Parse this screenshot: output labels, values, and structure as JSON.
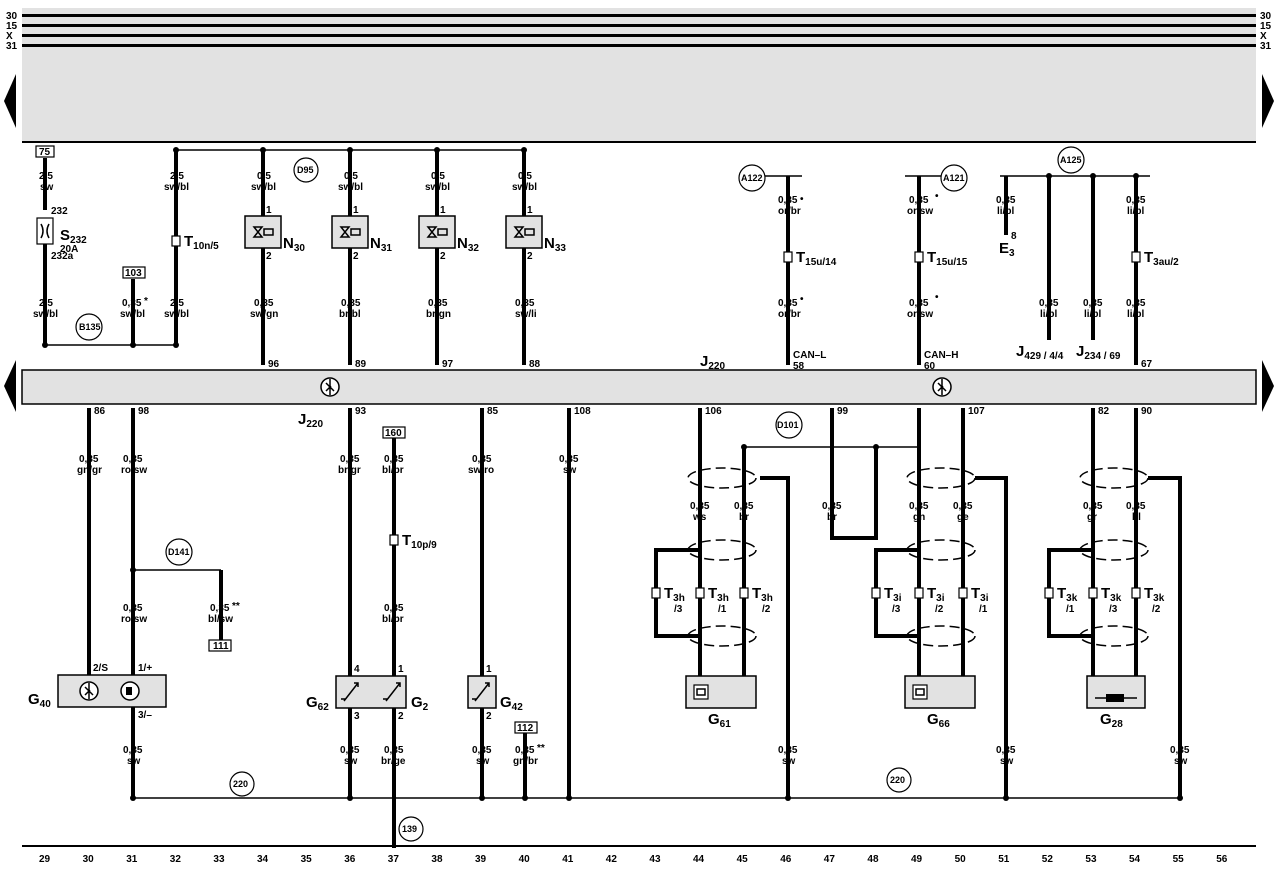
{
  "rails": {
    "labels": [
      "30",
      "15",
      "X",
      "31"
    ]
  },
  "bus_label": "J220",
  "columns": [
    "29",
    "30",
    "31",
    "32",
    "33",
    "34",
    "35",
    "36",
    "37",
    "38",
    "39",
    "40",
    "41",
    "42",
    "43",
    "44",
    "45",
    "46",
    "47",
    "48",
    "49",
    "50",
    "51",
    "52",
    "53",
    "54",
    "55",
    "56"
  ],
  "components": {
    "S232": {
      "name": "S",
      "sub": "232",
      "rating": "20A",
      "pin_top": "232",
      "pin_bottom": "232a"
    },
    "T10n": {
      "name": "T",
      "sub": "10n/5"
    },
    "N30": {
      "name": "N",
      "sub": "30"
    },
    "N31": {
      "name": "N",
      "sub": "31"
    },
    "N32": {
      "name": "N",
      "sub": "32"
    },
    "N33": {
      "name": "N",
      "sub": "33"
    },
    "T15u14": {
      "name": "T",
      "sub": "15u/14"
    },
    "T15u15": {
      "name": "T",
      "sub": "15u/15"
    },
    "T3au": {
      "name": "T",
      "sub": "3au/2"
    },
    "E3": {
      "name": "E",
      "sub": "3",
      "pin": "8"
    },
    "J429": {
      "name": "J",
      "sub": "429 / 4/4"
    },
    "J234": {
      "name": "J",
      "sub": "234 / 69"
    },
    "J220_top": {
      "name": "J",
      "sub": "220"
    },
    "J220_bottom": {
      "name": "J",
      "sub": "220"
    },
    "G40": {
      "name": "G",
      "sub": "40",
      "pin_a": "2/S",
      "pin_b": "1/+",
      "pin_c": "3/–"
    },
    "G62": {
      "name": "G",
      "sub": "62"
    },
    "G2": {
      "name": "G",
      "sub": "2"
    },
    "G42": {
      "name": "G",
      "sub": "42"
    },
    "T10p": {
      "name": "T",
      "sub": "10p/9"
    },
    "G61": {
      "name": "G",
      "sub": "61"
    },
    "G66": {
      "name": "G",
      "sub": "66"
    },
    "G28": {
      "name": "G",
      "sub": "28"
    },
    "T3h": {
      "name": "T",
      "sub": "3h",
      "pins": [
        "/3",
        "/1",
        "/2"
      ]
    },
    "T3i": {
      "name": "T",
      "sub": "3i",
      "pins": [
        "/3",
        "/2",
        "/1"
      ]
    },
    "T3k": {
      "name": "T",
      "sub": "3k",
      "pins": [
        "/1",
        "/3",
        "/2"
      ]
    }
  },
  "circles": [
    "D95",
    "B135",
    "A122",
    "A121",
    "A125",
    "D101",
    "D141",
    "220",
    "220",
    "139"
  ],
  "boxes": [
    "75",
    "103",
    "160",
    "111",
    "112"
  ],
  "wires_top": [
    {
      "size": "2,5",
      "color": "sw"
    },
    {
      "size": "2,5",
      "color": "sw/bl"
    },
    {
      "size": "0,35",
      "color": "sw/bl"
    },
    {
      "size": "2,5",
      "color": "sw/bl"
    },
    {
      "size": "2,5",
      "color": "sw/bl"
    },
    {
      "size": "0,5",
      "color": "sw/bl"
    },
    {
      "size": "0,35",
      "color": "sw/gn"
    },
    {
      "size": "0,5",
      "color": "sw/bl"
    },
    {
      "size": "0,35",
      "color": "br/bl"
    },
    {
      "size": "0,5",
      "color": "sw/bl"
    },
    {
      "size": "0,35",
      "color": "br/gn"
    },
    {
      "size": "0,5",
      "color": "sw/bl"
    },
    {
      "size": "0,35",
      "color": "sw/li"
    },
    {
      "size": "0,35",
      "color": "or/br"
    },
    {
      "size": "0,35",
      "color": "or/br"
    },
    {
      "size": "0,35",
      "color": "or/sw"
    },
    {
      "size": "0,35",
      "color": "or/sw"
    },
    {
      "size": "0,35",
      "color": "li/bl"
    },
    {
      "size": "0,35",
      "color": "li/bl"
    },
    {
      "size": "0,35",
      "color": "li/bl"
    },
    {
      "size": "0,35",
      "color": "li/bl"
    },
    {
      "size": "0,35",
      "color": "li/bl"
    }
  ],
  "wires_bottom": [
    {
      "size": "0,35",
      "color": "gn/gr"
    },
    {
      "size": "0,35",
      "color": "ro/sw"
    },
    {
      "size": "0,35",
      "color": "ro/sw"
    },
    {
      "size": "0,35",
      "color": "bl/sw"
    },
    {
      "size": "0,35",
      "color": "sw"
    },
    {
      "size": "0,35",
      "color": "br/gr"
    },
    {
      "size": "0,35",
      "color": "sw"
    },
    {
      "size": "0,35",
      "color": "bl/br"
    },
    {
      "size": "0,35",
      "color": "bl/br"
    },
    {
      "size": "0,35",
      "color": "br/ge"
    },
    {
      "size": "0,35",
      "color": "sw/ro"
    },
    {
      "size": "0,35",
      "color": "sw"
    },
    {
      "size": "0,35",
      "color": "gn/br"
    },
    {
      "size": "0,35",
      "color": "sw"
    },
    {
      "size": "0,35",
      "color": "ws"
    },
    {
      "size": "0,35",
      "color": "br"
    },
    {
      "size": "0,35",
      "color": "br"
    },
    {
      "size": "0,35",
      "color": "gn"
    },
    {
      "size": "0,35",
      "color": "ge"
    },
    {
      "size": "0,35",
      "color": "gr"
    },
    {
      "size": "0,35",
      "color": "bl"
    },
    {
      "size": "0,35",
      "color": "sw"
    },
    {
      "size": "0,35",
      "color": "sw"
    },
    {
      "size": "0,35",
      "color": "sw"
    }
  ],
  "pins_top": [
    "96",
    "89",
    "97",
    "88",
    "58",
    "60",
    "67"
  ],
  "pins_bottom": [
    "86",
    "98",
    "93",
    "85",
    "108",
    "106",
    "99",
    "107",
    "82",
    "90"
  ],
  "pin_small": [
    "1",
    "2",
    "1",
    "2",
    "1",
    "2",
    "1",
    "2",
    "4",
    "3",
    "1",
    "2",
    "1",
    "2"
  ],
  "can_labels": {
    "l": "CAN–L",
    "h": "CAN–H"
  },
  "marks": {
    "star": "*",
    "dstar": "**",
    "dot": "•"
  }
}
